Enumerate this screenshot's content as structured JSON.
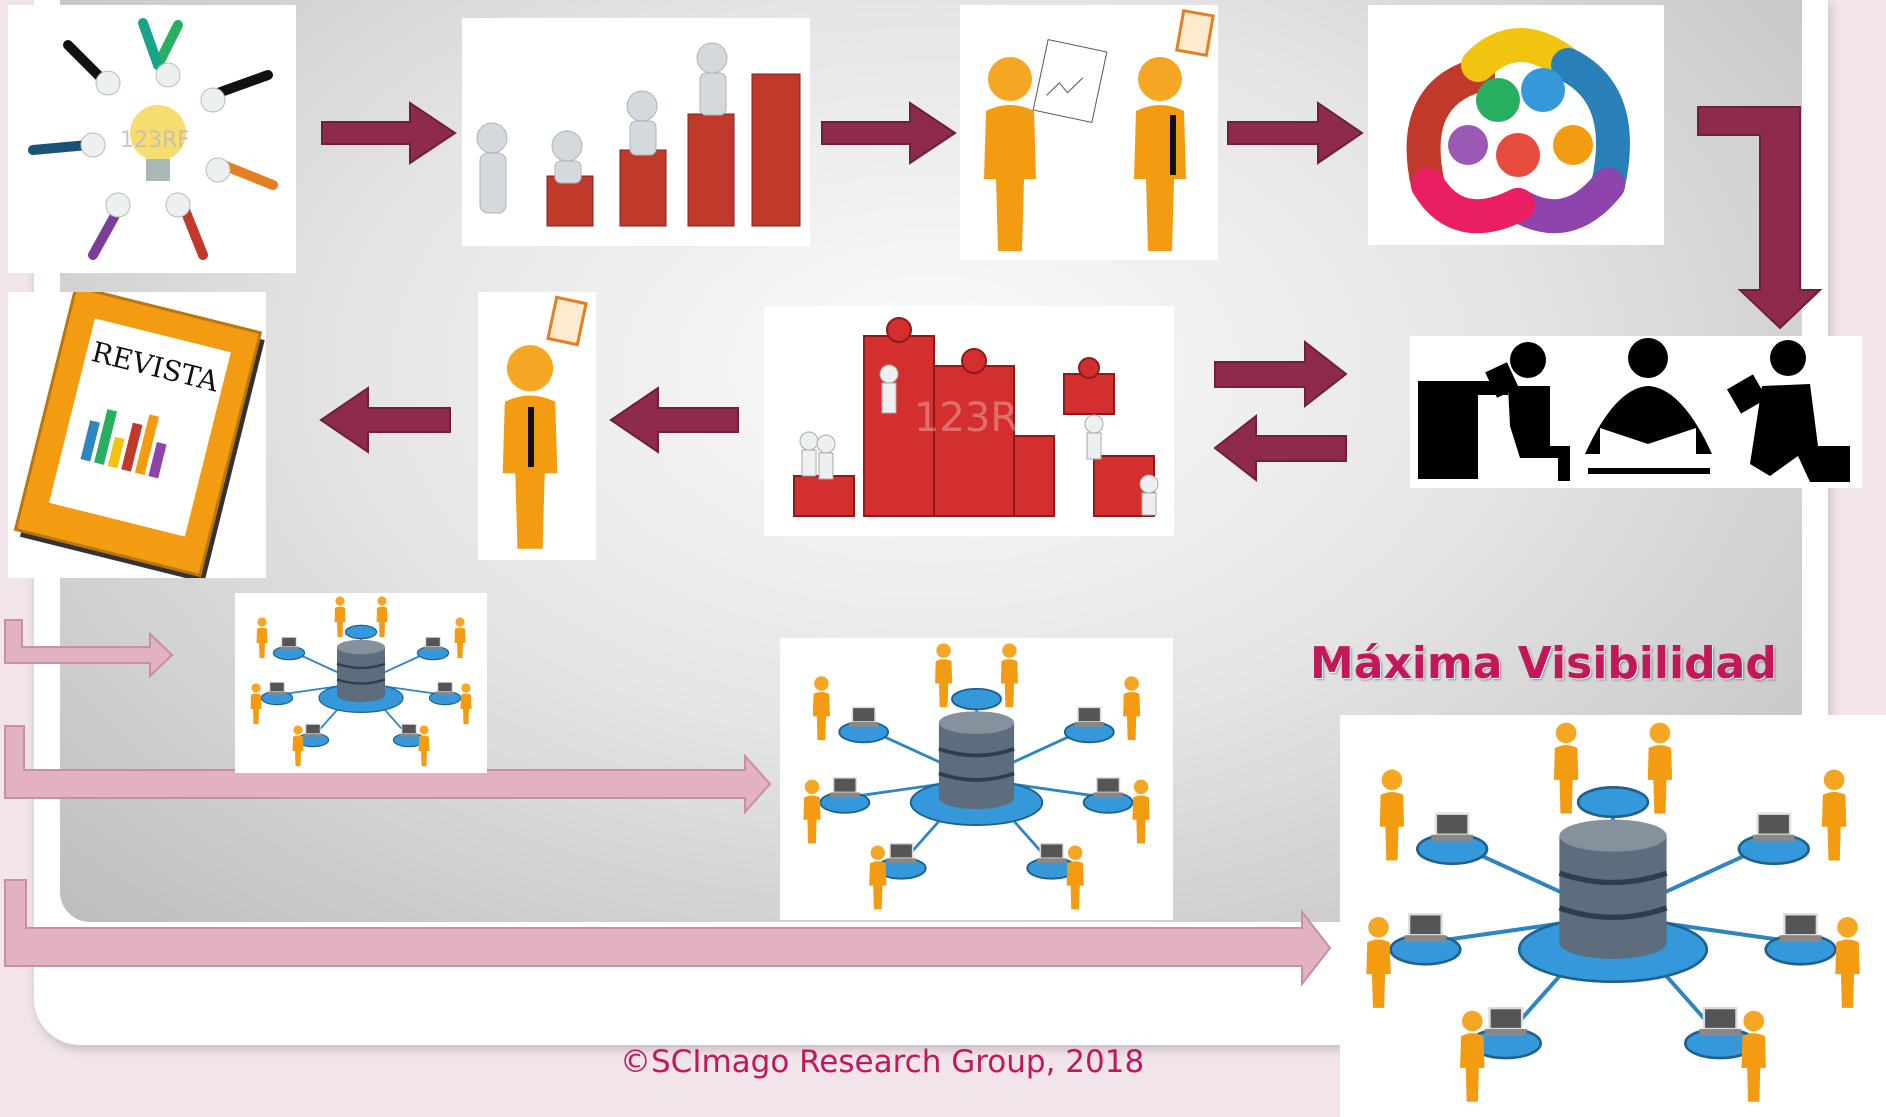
{
  "highlight_title": "Máxima Visibilidad",
  "footer": "©SCImago Research Group, 2018",
  "journal_label": "REVISTA",
  "watermark": "123RF",
  "colors": {
    "flow_arrow": "#8e2a4e",
    "light_arrow": "#e3b1c4",
    "title": "#c2185b",
    "figure_orange": "#f39c12",
    "db_blue": "#2e86c1"
  },
  "nodes": [
    {
      "id": "idea-brainstorm",
      "icon": "idea-bulb-team-icon"
    },
    {
      "id": "growth-teamwork",
      "icon": "bar-growth-figures-icon"
    },
    {
      "id": "handshake-exchange",
      "icon": "handshake-document-icon"
    },
    {
      "id": "group-collaboration",
      "icon": "team-circle-icon"
    },
    {
      "id": "reading-review",
      "icon": "reading-people-icon"
    },
    {
      "id": "puzzle-building",
      "icon": "puzzle-wall-icon"
    },
    {
      "id": "author-certificate",
      "icon": "person-certificate-icon"
    },
    {
      "id": "journal",
      "icon": "journal-cover-icon"
    },
    {
      "id": "network-small",
      "icon": "database-network-icon"
    },
    {
      "id": "network-medium",
      "icon": "database-network-icon"
    },
    {
      "id": "network-large",
      "icon": "database-network-icon"
    }
  ]
}
